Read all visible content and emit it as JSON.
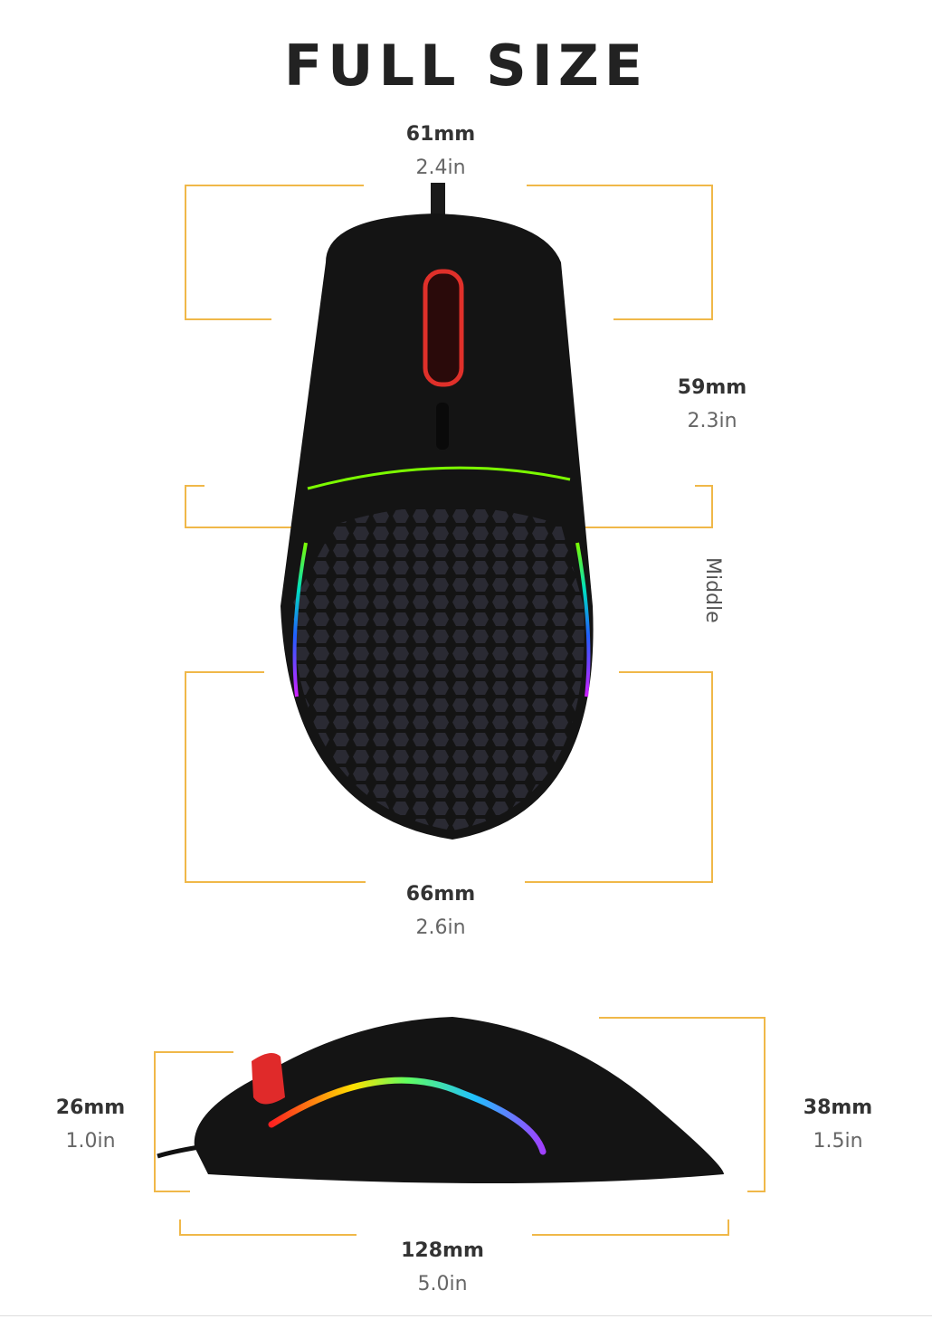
{
  "title": "FULL SIZE",
  "top_view": {
    "width_top": {
      "mm": "61mm",
      "in": "2.4in"
    },
    "width_middle": {
      "mm": "59mm",
      "in": "2.3in",
      "label": "Middle"
    },
    "width_bottom": {
      "mm": "66mm",
      "in": "2.6in"
    }
  },
  "side_view": {
    "front_height": {
      "mm": "26mm",
      "in": "1.0in"
    },
    "back_height": {
      "mm": "38mm",
      "in": "1.5in"
    },
    "length": {
      "mm": "128mm",
      "in": "5.0in"
    }
  },
  "colors": {
    "accent": "#f0b849",
    "mouse_body": "#141414"
  }
}
